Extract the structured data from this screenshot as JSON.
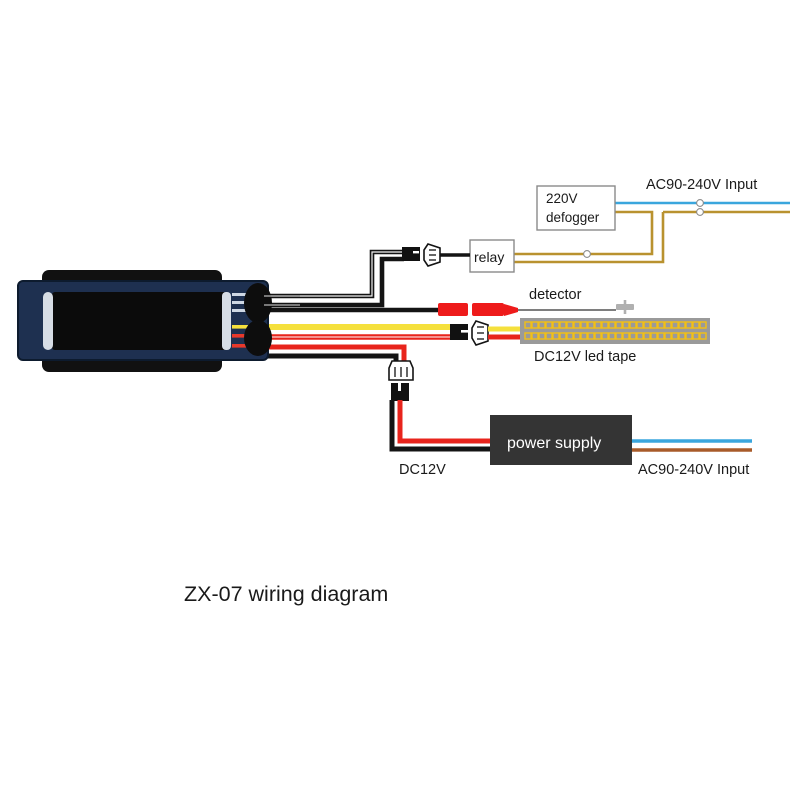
{
  "diagram": {
    "title": "ZX-07 wiring diagram",
    "type": "wiring-diagram",
    "background_color": "#ffffff"
  },
  "components": {
    "controller": {
      "name": "ZX-07 controller",
      "body_color": "#1e3050",
      "screen_color": "#0d0d0d",
      "shell_color": "#111111",
      "terminal_indicator_colors": [
        "#cfd8e4",
        "#cfd8e4",
        "#cfd8e4",
        "#f5e03c",
        "#e8392b",
        "#e8392b"
      ]
    },
    "defogger": {
      "line1": "220V",
      "line2": "defogger",
      "box_color": "#ffffff",
      "border_color": "#8a8a8a"
    },
    "relay": {
      "label": "relay",
      "box_color": "#ffffff",
      "border_color": "#8a8a8a"
    },
    "detector": {
      "label": "detector",
      "connector_color": "#ee1b1b",
      "lead_color": "#6b6b6b"
    },
    "led_tape": {
      "label": "DC12V led tape",
      "strip_color": "#9a9a9a",
      "led_color": "#f2c014",
      "led_rows": 2,
      "led_per_row": 26
    },
    "power_supply": {
      "label": "power supply",
      "box_color": "#343434",
      "text_color": "#ffffff"
    }
  },
  "labels": {
    "ac_input_top": "AC90-240V Input",
    "ac_input_bottom": "AC90-240V Input",
    "dc_output": "DC12V",
    "detector": "detector",
    "led_tape": "DC12V led tape",
    "power_supply": "power supply",
    "relay": "relay",
    "defogger_line1": "220V",
    "defogger_line2": "defogger",
    "title": "ZX-07 wiring diagram"
  },
  "wire_colors": {
    "black": "#141414",
    "white_stripe": "#f2f2f2",
    "gray": "#9b9b9b",
    "red": "#e8241c",
    "yellow": "#f5e03c",
    "tan": "#b9922f",
    "blue": "#3aa6dd",
    "brown": "#a85b2a",
    "connector_black": "#111111",
    "connector_white": "#fbfbfb"
  }
}
